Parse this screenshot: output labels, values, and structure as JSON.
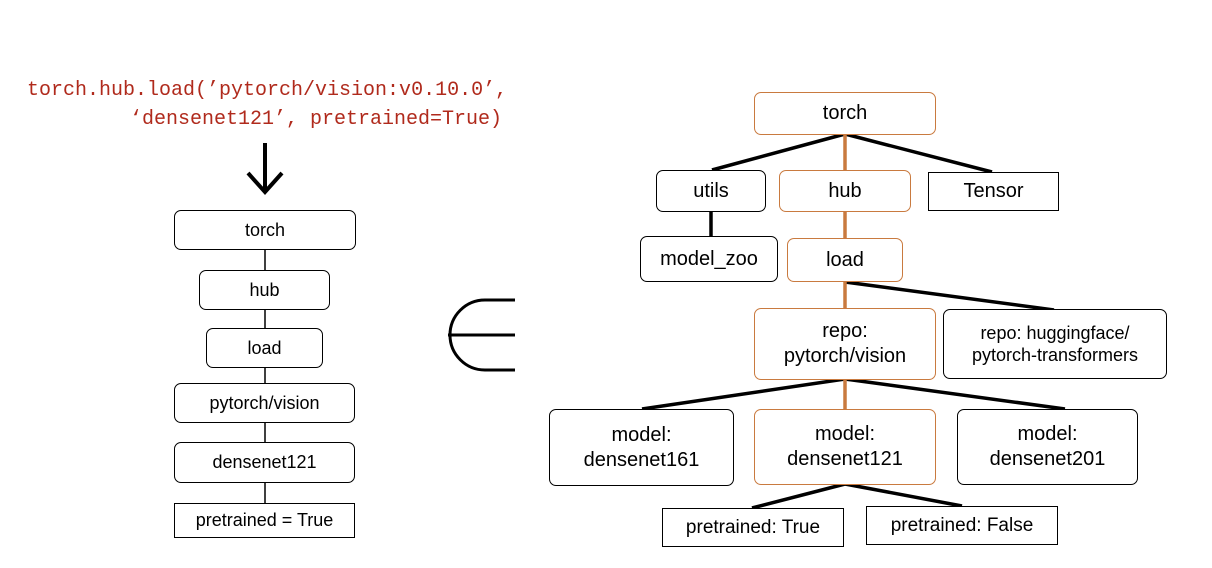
{
  "code": {
    "line1": "torch.hub.load(’pytorch/vision:v0.10.0’,",
    "line2": "‘densenet121’, pretrained=True)"
  },
  "left_chain": {
    "torch": "torch",
    "hub": "hub",
    "load": "load",
    "repo": "pytorch/vision",
    "model": "densenet121",
    "pretrained": "pretrained = True"
  },
  "relation_symbol": "∈",
  "tree": {
    "torch": "torch",
    "utils": "utils",
    "hub": "hub",
    "tensor": "Tensor",
    "model_zoo": "model_zoo",
    "load": "load",
    "repo_vision": [
      "repo:",
      "pytorch/vision"
    ],
    "repo_hf": [
      "repo: huggingface/",
      "pytorch-transformers"
    ],
    "model_161": [
      "model:",
      "densenet161"
    ],
    "model_121": [
      "model:",
      "densenet121"
    ],
    "model_201": [
      "model:",
      "densenet201"
    ],
    "pretrained_true": "pretrained: True",
    "pretrained_false": "pretrained: False"
  },
  "colors": {
    "code_text": "#b02a1c",
    "highlight_path": "#c97a3f",
    "line": "#000000"
  }
}
